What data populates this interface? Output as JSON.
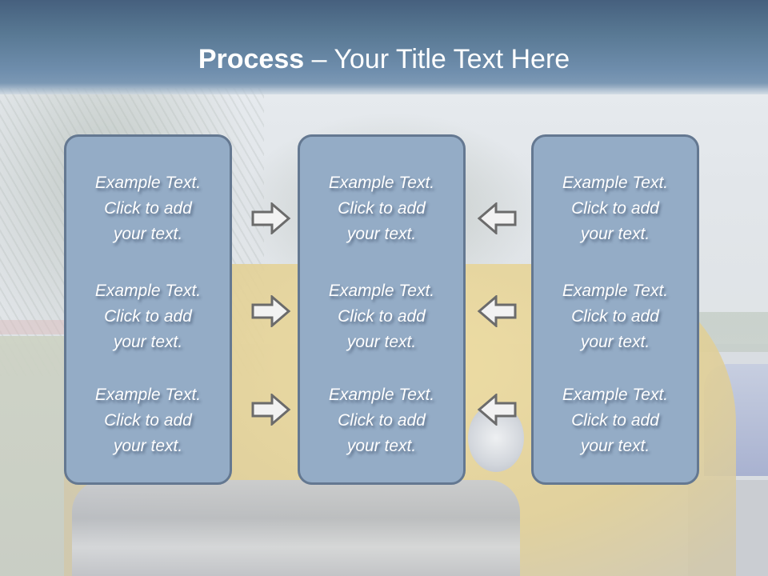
{
  "slide": {
    "title_bold": "Process",
    "title_rest": " – Your Title Text Here",
    "colors": {
      "header_top": "#46607e",
      "header_bottom": "#7b98b4",
      "box_fill": "#94acc6",
      "box_border": "#647891",
      "arrow_fill": "#f2f2f2",
      "arrow_stroke": "#6b6b6b",
      "text": "#ffffff"
    }
  },
  "columns": [
    {
      "items": [
        {
          "line1": "Example Text.",
          "line2": "Click  to add",
          "line3": "your text."
        },
        {
          "line1": "Example Text.",
          "line2": "Click  to add",
          "line3": "your text."
        },
        {
          "line1": "Example Text.",
          "line2": "Click  to add",
          "line3": "your text."
        }
      ]
    },
    {
      "items": [
        {
          "line1": "Example Text.",
          "line2": "Click  to add",
          "line3": "your text."
        },
        {
          "line1": "Example Text.",
          "line2": "Click  to add",
          "line3": "your text."
        },
        {
          "line1": "Example Text.",
          "line2": "Click  to add",
          "line3": "your text."
        }
      ]
    },
    {
      "items": [
        {
          "line1": "Example Text.",
          "line2": "Click  to add",
          "line3": "your text."
        },
        {
          "line1": "Example Text.",
          "line2": "Click  to add",
          "line3": "your text."
        },
        {
          "line1": "Example Text.",
          "line2": "Click  to add",
          "line3": "your text."
        }
      ]
    }
  ],
  "arrows": {
    "left_to_center": [
      "arrow-right-icon",
      "arrow-right-icon",
      "arrow-right-icon"
    ],
    "right_to_center": [
      "arrow-left-icon",
      "arrow-left-icon",
      "arrow-left-icon"
    ]
  }
}
